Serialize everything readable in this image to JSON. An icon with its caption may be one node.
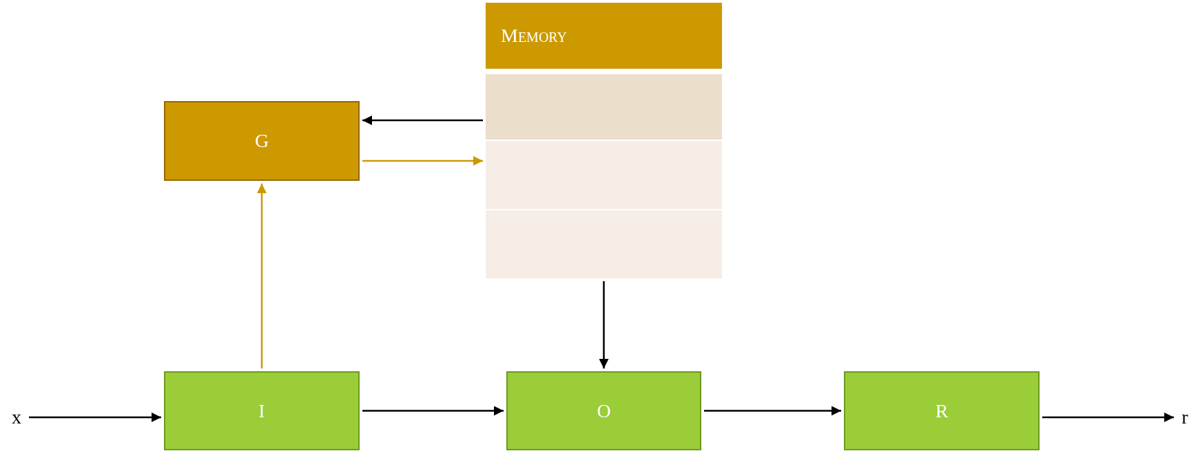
{
  "diagram": {
    "nodes": [
      {
        "text": [
          "Memory"
        ]
      },
      {
        "text": [],
        "shape": "box"
      },
      {
        "text": [
          "G"
        ]
      },
      {
        "text": [],
        "shape": "box"
      },
      {
        "text": [],
        "shape": "box"
      },
      {
        "text": [
          "x"
        ]
      },
      {
        "text": [
          "I"
        ]
      },
      {
        "text": [
          "O"
        ]
      },
      {
        "text": [
          "R"
        ]
      },
      {
        "text": [
          "r"
        ]
      }
    ],
    "edges": [
      {
        "from": 1,
        "to": 2,
        "arrow": "to"
      },
      {
        "from": 2,
        "to": 3,
        "arrow": "to",
        "color": "#cc9900"
      },
      {
        "from": 6,
        "to": 2,
        "arrow": "to",
        "color": "#cc9900"
      },
      {
        "from": 4,
        "to": 7,
        "arrow": "to"
      },
      {
        "from": 5,
        "to": 6,
        "arrow": "to"
      },
      {
        "from": 6,
        "to": 7,
        "arrow": "to"
      },
      {
        "from": 7,
        "to": 8,
        "arrow": "to"
      },
      {
        "from": 8,
        "to": 9,
        "arrow": "to"
      }
    ]
  }
}
